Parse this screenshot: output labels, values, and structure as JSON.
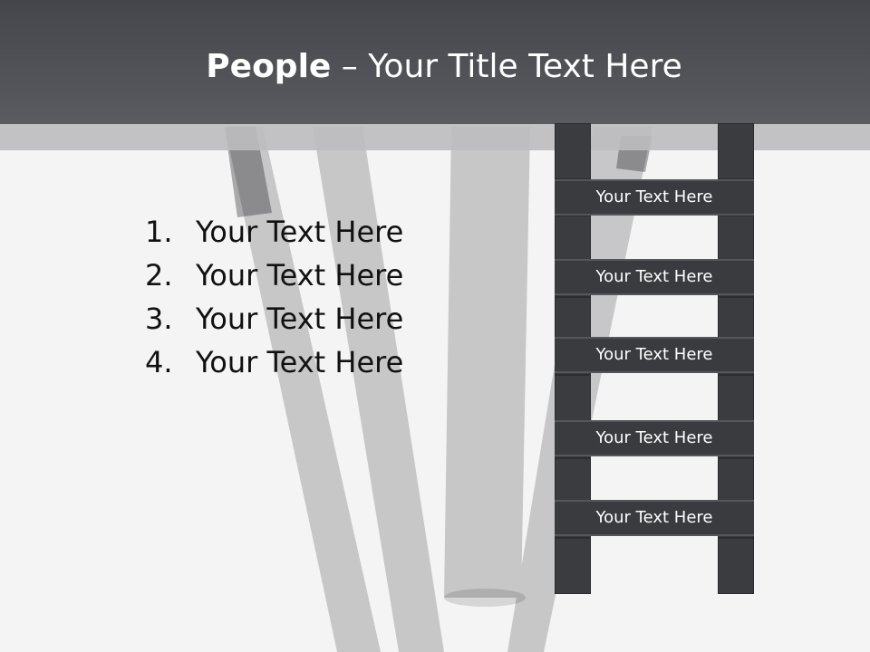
{
  "header": {
    "title_bold": "People",
    "title_rest": " – Your Title Text Here"
  },
  "list": {
    "items": [
      {
        "num": "1.",
        "text": "Your Text Here"
      },
      {
        "num": "2.",
        "text": "Your Text Here"
      },
      {
        "num": "3.",
        "text": "Your Text Here"
      },
      {
        "num": "4.",
        "text": "Your Text Here"
      }
    ]
  },
  "ladder": {
    "rungs": [
      "Your Text Here",
      "Your Text Here",
      "Your Text Here",
      "Your Text Here",
      "Your Text Here"
    ]
  },
  "colors": {
    "header": "#4e4f54",
    "ladder": "#3a3b3f",
    "text": "#111111"
  }
}
